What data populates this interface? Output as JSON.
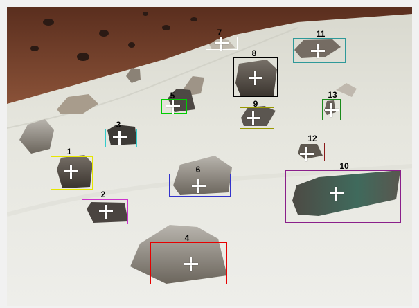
{
  "annotations": [
    {
      "label": "1",
      "color": "#e6e600"
    },
    {
      "label": "2",
      "color": "#cc33cc"
    },
    {
      "label": "3",
      "color": "#33cccc"
    },
    {
      "label": "4",
      "color": "#e60000"
    },
    {
      "label": "5",
      "color": "#00cc00"
    },
    {
      "label": "6",
      "color": "#3333cc"
    },
    {
      "label": "7",
      "color": "#ffffff"
    },
    {
      "label": "8",
      "color": "#000000"
    },
    {
      "label": "9",
      "color": "#999900"
    },
    {
      "label": "10",
      "color": "#8a1f8a"
    },
    {
      "label": "11",
      "color": "#2e9999"
    },
    {
      "label": "12",
      "color": "#8a1a1a"
    },
    {
      "label": "13",
      "color": "#1a8a1a"
    }
  ]
}
